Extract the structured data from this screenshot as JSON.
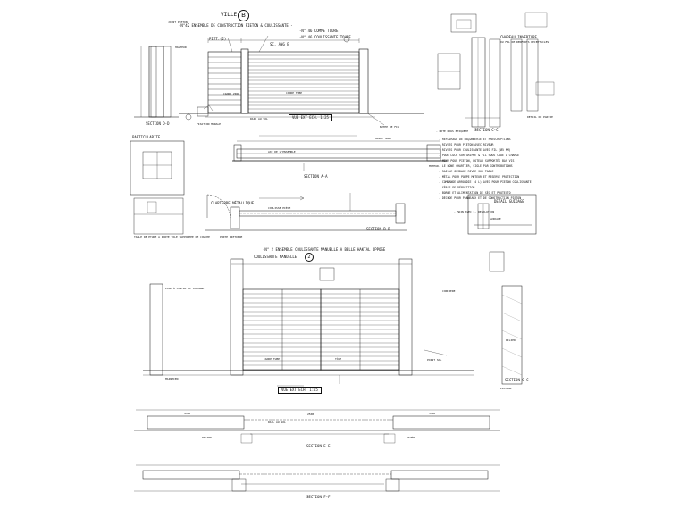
{
  "sheet": {
    "villa_title": "VILLE",
    "villa_letter": "B",
    "plan_title_1": "-N°42 ENSEMBLE DE CONSTRUCTION PIETON & COULISSANTE -",
    "plan_sub_1a": "-N° 46 COMME TOURE",
    "plan_sub_1b": "-N° 46 COULISSANTE TOURE",
    "scale_1": "SC. ANG B",
    "vue_label": "VUE EXT ECH. 1:25",
    "plan_title_2": "-N° 2 ENSEMBLE COULISSANTE MANUELLE A BELLE HAKTAL OPPOSE",
    "plan_sub_2": "COULISSANTE MANUELLE",
    "plan_sub_2_num": "2",
    "vue_label_2": "VUE EXT ECH. 1:25",
    "sec_dd": "SECTION D-D",
    "sec_aa": "SECTION A-A",
    "sec_bb": "SECTION B-B",
    "sec_cc_right": "SECTION C-C",
    "sec_ee": "SECTION E-E",
    "sec_ff": "SECTION F-F",
    "sec_cc_top": "SECTION C-C",
    "particularite": "PARTICULARITE",
    "detail_guidage": "DETAIL GUIDAGE",
    "clarterre": "CLARTERRE MÉTALLIQUE",
    "chapeau": "CHAPEAU INVERTURE",
    "chapeau_sub": "DU FIL DE RENFORTS RECEPTACLES",
    "notes_title": "- NOTE NOUS ETIQUETE",
    "notes": [
      "- REPAIRAGE DE MAÇONNERIE ET PRESCRIPTIONS",
      "- RIVEES POUR PIETON AVEC RIVEUR",
      "- RIVEES POUR COULISSANTE AVEC FIL (Ø5 MM)",
      "- POUR LOCK SUR GRIPPE & FIL SOUS CODE A CHARGE",
      "- MENU POUR PIETON, POTEAU SUPPORTÉS BAS VIS",
      "- LE BONE CHARTIER, SIGLE PAR CONTRIBUTIONS",
      "- RAILLE GUIDAGE RIVÉE SUR TABLE",
      "- MÉTAL POUR POMPE MOTEUR ET RESERVE PROTECTION",
      "- COMMANDE ARRONDIE (4 L) AVEC POUR PIETON COULISSANTE",
      "- SÉRIE DE DÉPOSITION",
      "- BORNE ET ALIMENTATION DE SÉC ET PROTECTO",
      "- DÉCODE POUR PANNEAUX ET DE CONSTRUCTION PIETON"
    ],
    "notes_tail": "- MAIN AVEC L. RESOLUTION",
    "callouts": {
      "pieton_label": "PIET.(2)",
      "cadre_zinc": "CADRE ZINC",
      "fixation_murale": "FIXATION MURALE",
      "cornere": "CORNIERE",
      "platine": "PLATINE",
      "rail": "RAIL AU SOL",
      "rail2": "RAIL AU SOL",
      "butee": "BUTEE DE FIN",
      "tole": "TÔLE",
      "dimension": "2500",
      "dimension2": "4500",
      "dimension3": "5500",
      "ptsol": "POINT SOL",
      "guide": "GUIDE HAUT",
      "moteur": "MOTEUR",
      "pilier": "PILIER",
      "pilier2": "PILIER",
      "hauteur": "HAUTEUR",
      "rive": "RIVÉE",
      "pose": "POSE À CONTRE DE COLONNE",
      "maint": "MAINTIEN",
      "cadre": "CADRE TUBE",
      "cadre2": "CADRE TUBE",
      "guidage": "GUIDAGE"
    },
    "small_notes": {
      "top_left": "JOINT PIETON",
      "sec_note": "AXE DE L'ENSEMBLE",
      "legend_a": "TABLE DE ETUDE A PORTE TOLE SUPPORTEE DE COUCHE",
      "pieton_note": "PORTE PIETONNE",
      "angle_note": "COULISSE PIÈCE",
      "right_col": "DETAIL DE PARTIE"
    }
  }
}
